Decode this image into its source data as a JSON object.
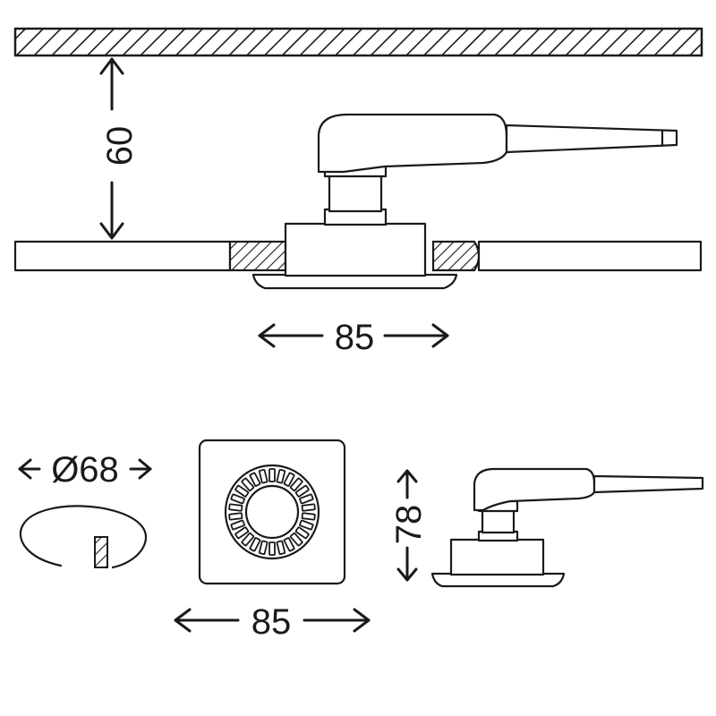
{
  "dimensions": {
    "mount_depth": "60",
    "width_side": "85",
    "cutout": "Ø68",
    "width_front": "85",
    "height": "78"
  },
  "colors": {
    "line": "#1a1a1a",
    "background": "#ffffff"
  }
}
